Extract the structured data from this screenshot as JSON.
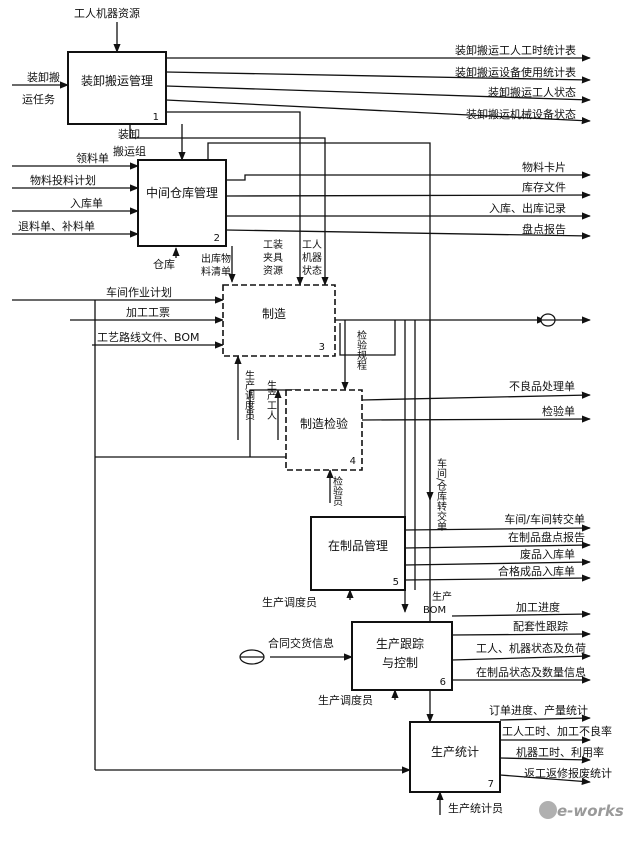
{
  "diagram": {
    "boxes": [
      {
        "id": "b1",
        "name": "装卸搬运管理",
        "num": "1"
      },
      {
        "id": "b2",
        "name": "中间仓库管理",
        "num": "2"
      },
      {
        "id": "b3",
        "name": "制造",
        "num": "3"
      },
      {
        "id": "b4",
        "name": "制造检验",
        "num": "4"
      },
      {
        "id": "b5",
        "name": "在制品管理",
        "num": "5"
      },
      {
        "id": "b6a",
        "name": "生产跟踪",
        "num": ""
      },
      {
        "id": "b6b",
        "name": "与控制",
        "num": "6"
      },
      {
        "id": "b7",
        "name": "生产统计",
        "num": "7"
      }
    ],
    "labels": {
      "res_top": "工人机器资源",
      "task1": "装卸搬",
      "task2": "运任务",
      "crew1": "装卸",
      "crew2": "搬运组",
      "o1_1": "装卸搬运工人工时统计表",
      "o1_2": "装卸搬运设备使用统计表",
      "o1_3": "装卸搬运工人状态",
      "o1_4": "装卸搬运机械设备状态",
      "i2_1": "领料单",
      "i2_2": "物料投料计划",
      "i2_3": "入库单",
      "i2_4": "退料单、补料单",
      "o2_1": "物料卡片",
      "o2_2": "库存文件",
      "o2_3": "入库、出库记录",
      "o2_4": "盘点报告",
      "warehouse": "仓库",
      "v_out1": "出库物",
      "v_out2": "料清单",
      "v_tool1": "工装",
      "v_tool2": "夹具",
      "v_tool3": "资源",
      "v_work1": "工人",
      "v_work2": "机器",
      "v_work3": "状态",
      "i3_1": "车间作业计划",
      "i3_2": "加工工票",
      "i3_3": "工艺路线文件、BOM",
      "v_disp": "生产调度员",
      "v_worker": "生产工人",
      "v_rule": "检验规程",
      "o4_1": "不良品处理单",
      "o4_2": "检验单",
      "v_inspector": "检验员",
      "v_transfer": "车间/仓库转交单",
      "o5_1": "车间/车间转交单",
      "o5_2": "在制品盘点报告",
      "o5_3": "废品入库单",
      "o5_4": "合格成品入库单",
      "disp5": "生产调度员",
      "bom6a": "生产",
      "bom6b": "BOM",
      "contract": "合同交货信息",
      "o6_1": "加工进度",
      "o6_2": "配套性跟踪",
      "o6_3": "工人、机器状态及负荷",
      "o6_4": "在制品状态及数量信息",
      "disp6": "生产调度员",
      "o7_1": "订单进度、产量统计",
      "o7_2": "工人工时、加工不良率",
      "o7_3": "机器工时、利用率",
      "o7_4": "返工返修报废统计",
      "stat7": "生产统计员",
      "watermark": "e-works"
    }
  }
}
